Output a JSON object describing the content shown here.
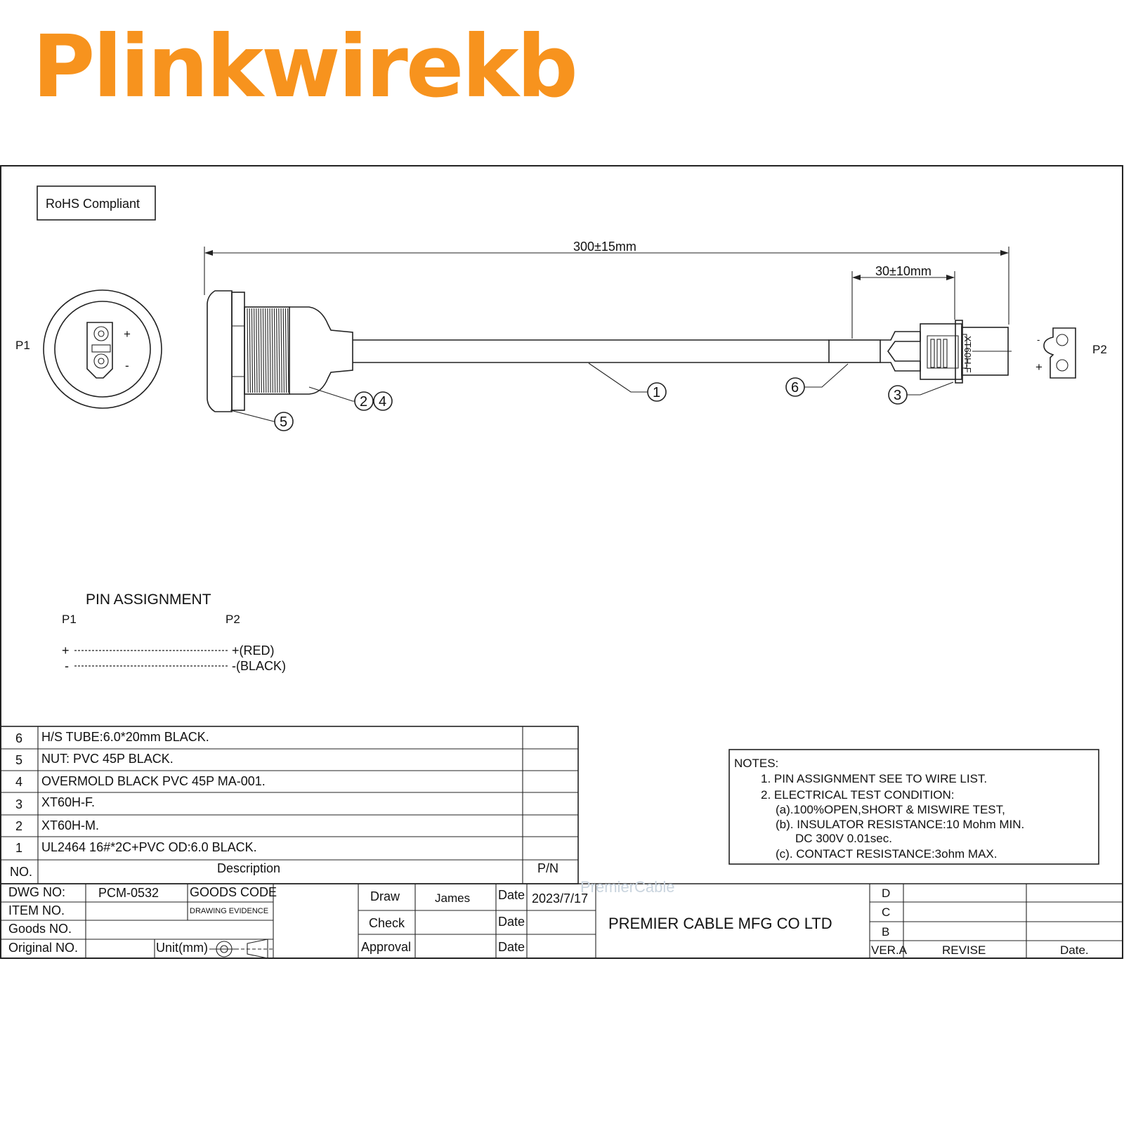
{
  "brand": {
    "name": "Plinkwirekb",
    "color": "#F7931E"
  },
  "drawing": {
    "rohs": "RoHS Compliant",
    "p1_label": "P1",
    "p2_label": "P2",
    "p1_plus": "+",
    "p1_minus": "-",
    "p2_minus": "-",
    "p2_plus": "+",
    "dim_total": "300±15mm",
    "dim_pigtail": "30±10mm",
    "connector_text": "XT60H-F",
    "callouts": [
      "1",
      "2",
      "3",
      "4",
      "5",
      "6"
    ],
    "watermark": "PremierCable"
  },
  "pin_assignment": {
    "title": "PIN ASSIGNMENT",
    "col_p1": "P1",
    "col_p2": "P2",
    "rows": [
      {
        "p1": "+",
        "p2": "+(RED)"
      },
      {
        "p1": "-",
        "p2": "-(BLACK)"
      }
    ]
  },
  "bom": {
    "header": {
      "no": "NO.",
      "description": "Description",
      "pn": "P/N"
    },
    "rows": [
      {
        "no": "6",
        "description": "H/S TUBE:6.0*20mm BLACK.",
        "pn": ""
      },
      {
        "no": "5",
        "description": "NUT: PVC 45P BLACK.",
        "pn": ""
      },
      {
        "no": "4",
        "description": "OVERMOLD BLACK PVC 45P MA-001.",
        "pn": ""
      },
      {
        "no": "3",
        "description": "XT60H-F.",
        "pn": ""
      },
      {
        "no": "2",
        "description": "XT60H-M.",
        "pn": ""
      },
      {
        "no": "1",
        "description": "UL2464 16#*2C+PVC OD:6.0 BLACK.",
        "pn": ""
      }
    ]
  },
  "notes": {
    "title": "NOTES:",
    "lines": [
      "1. PIN ASSIGNMENT SEE TO WIRE LIST.",
      "2. ELECTRICAL TEST CONDITION:",
      "(a).100%OPEN,SHORT & MISWIRE TEST,",
      "(b). INSULATOR RESISTANCE:10 Mohm MIN.",
      "DC 300V 0.01sec.",
      "(c). CONTACT RESISTANCE:3ohm MAX."
    ]
  },
  "title_block": {
    "dwg_no_label": "DWG NO:",
    "dwg_no": "PCM-0532",
    "goods_code_label": "GOODS CODE",
    "item_no_label": "ITEM NO.",
    "drawing_evidence": "DRAWING EVIDENCE",
    "goods_no_label": "Goods NO.",
    "original_no_label": "Original NO.",
    "unit_label": "Unit(mm)",
    "draw_label": "Draw",
    "draw_name": "James",
    "date_label": "Date",
    "draw_date": "2023/7/17",
    "check_label": "Check",
    "approval_label": "Approval",
    "company": "PREMIER CABLE MFG CO LTD",
    "rev_rows": [
      "D",
      "C",
      "B"
    ],
    "ver_label": "VER.A",
    "revise_label": "REVISE",
    "rev_date_label": "Date."
  }
}
